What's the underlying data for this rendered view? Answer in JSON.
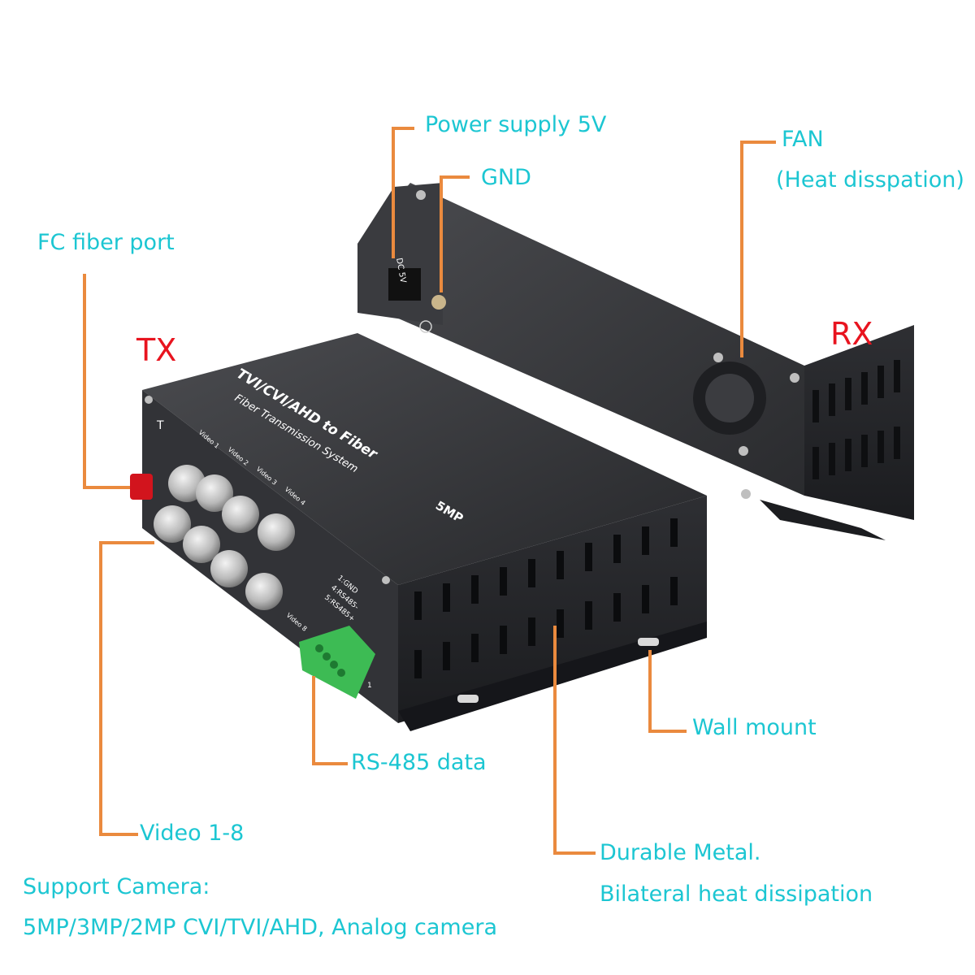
{
  "labels": {
    "power": "Power supply 5V",
    "gnd": "GND",
    "fan": "FAN",
    "fan_sub": "(Heat disspation)",
    "fc": "FC fiber port",
    "tx": "TX",
    "rx": "RX",
    "wall": "Wall mount",
    "rs485": "RS-485 data",
    "video": "Video 1-8",
    "metal1": "Durable Metal.",
    "metal2": "Bilateral heat dissipation",
    "support1": "Support Camera:",
    "support2": "5MP/3MP/2MP CVI/TVI/AHD, Analog camera"
  },
  "device": {
    "top_title": "TVI/CVI/AHD to Fiber",
    "top_sub": "Fiber Transmission System",
    "mp": "5MP",
    "t_mark": "T",
    "dc": "DC 5V",
    "video_ports": [
      "Video 1",
      "Video 2",
      "Video 3",
      "Video 4",
      "Video 8"
    ],
    "terminal": [
      "1:GND",
      "4:RS485-",
      "5:RS485+"
    ],
    "pin": "1"
  },
  "colors": {
    "label": "#1cc6d2",
    "leader": "#ea8a3e",
    "tag": "#e8141f",
    "metal": "#2b2b2d"
  }
}
